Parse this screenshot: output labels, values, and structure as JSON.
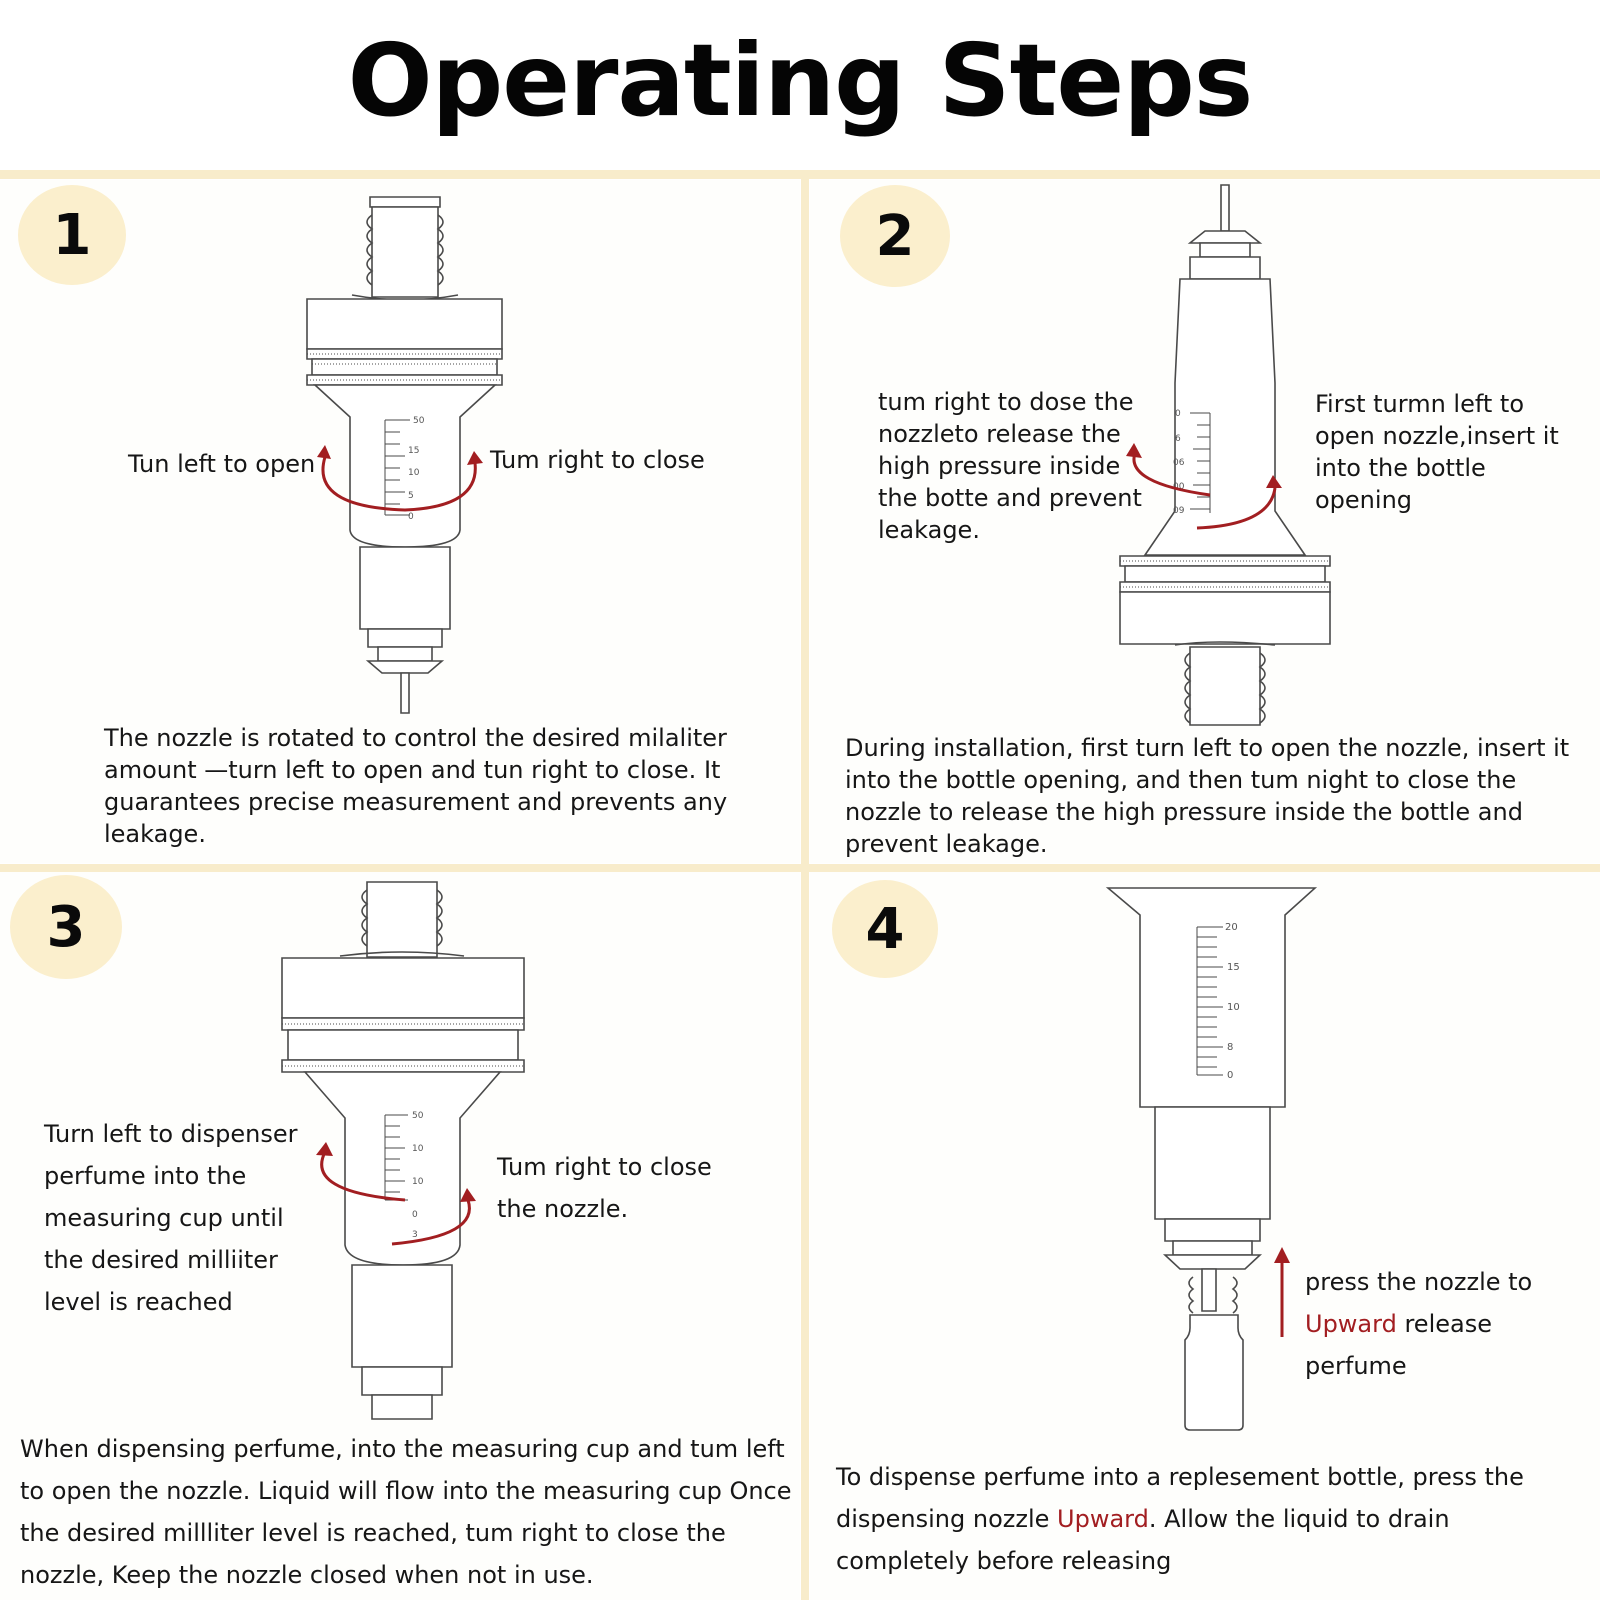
{
  "title": "Operating Steps",
  "colors": {
    "accent_red": "#a21e21",
    "badge_fill": "#fbefcd",
    "divider": "#f8eccb",
    "line_art": "#4a4a4a"
  },
  "steps": [
    {
      "number": "1",
      "callout_left": "Tun left to open",
      "callout_right": "Tum right to close",
      "scale_labels": [
        "50",
        "15",
        "10",
        "5",
        "0"
      ],
      "description": "The nozzle is rotated to control the desired milaliter amount  —turn left to open and tun right to close. It guarantees precise measurement and prevents any leakage."
    },
    {
      "number": "2",
      "callout_left": "tum right to dose the nozzleto release the high pressure inside the botte and prevent leakage.",
      "callout_right": "First turmn left to open nozzle,insert it into the bottle opening",
      "scale_labels": [
        "0",
        "6",
        "06",
        "00",
        "09"
      ],
      "description": "During installation, first turn left to open the nozzle, insert it into the bottle opening, and then tum night to close the nozzle to release the high pressure inside the bottle and prevent leakage."
    },
    {
      "number": "3",
      "callout_left": "Turn left to dispenser perfume into the measuring cup until the desired milliiter level is reached",
      "callout_right": "Tum right to close the nozzle.",
      "scale_labels": [
        "50",
        "10",
        "10",
        "0",
        "3"
      ],
      "description": "When dispensing perfume, into the measuring cup and tum left to open the nozzle. Liquid will flow into the measuring cup Once the desired millliter level is reached, tum right to close the nozzle, Keep the nozzle closed when not in use."
    },
    {
      "number": "4",
      "callout_line1": "press the nozzle to",
      "callout_highlight": "Upward",
      "callout_line2_rest": " release",
      "callout_line3": "perfume",
      "scale_labels": [
        "20",
        "15",
        "10",
        "8",
        "0"
      ],
      "description_part1": "To dispense perfume into a replesement bottle, press the dispensing nozzle ",
      "description_highlight": "Upward",
      "description_part2": ". Allow the liquid to drain completely before releasing"
    }
  ]
}
